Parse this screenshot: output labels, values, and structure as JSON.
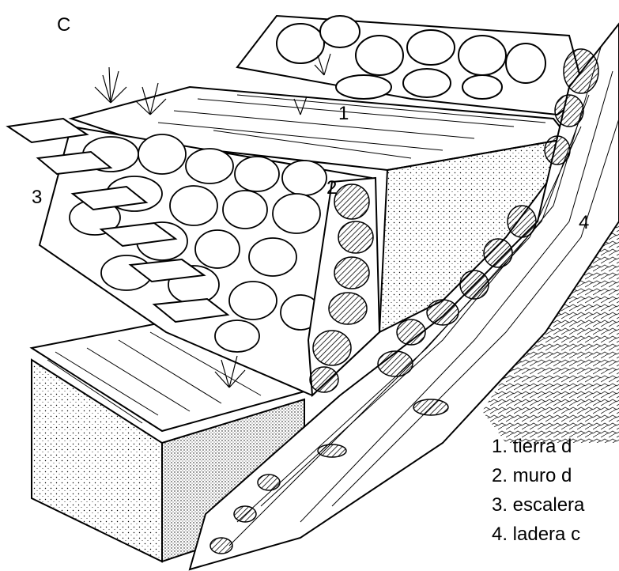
{
  "figure_letter": "C",
  "callouts": {
    "n1": "1",
    "n2": "2",
    "n3": "3",
    "n4": "4"
  },
  "legend": [
    "1. tierra d",
    "2. muro d",
    "3. escalera",
    "4. ladera c"
  ]
}
